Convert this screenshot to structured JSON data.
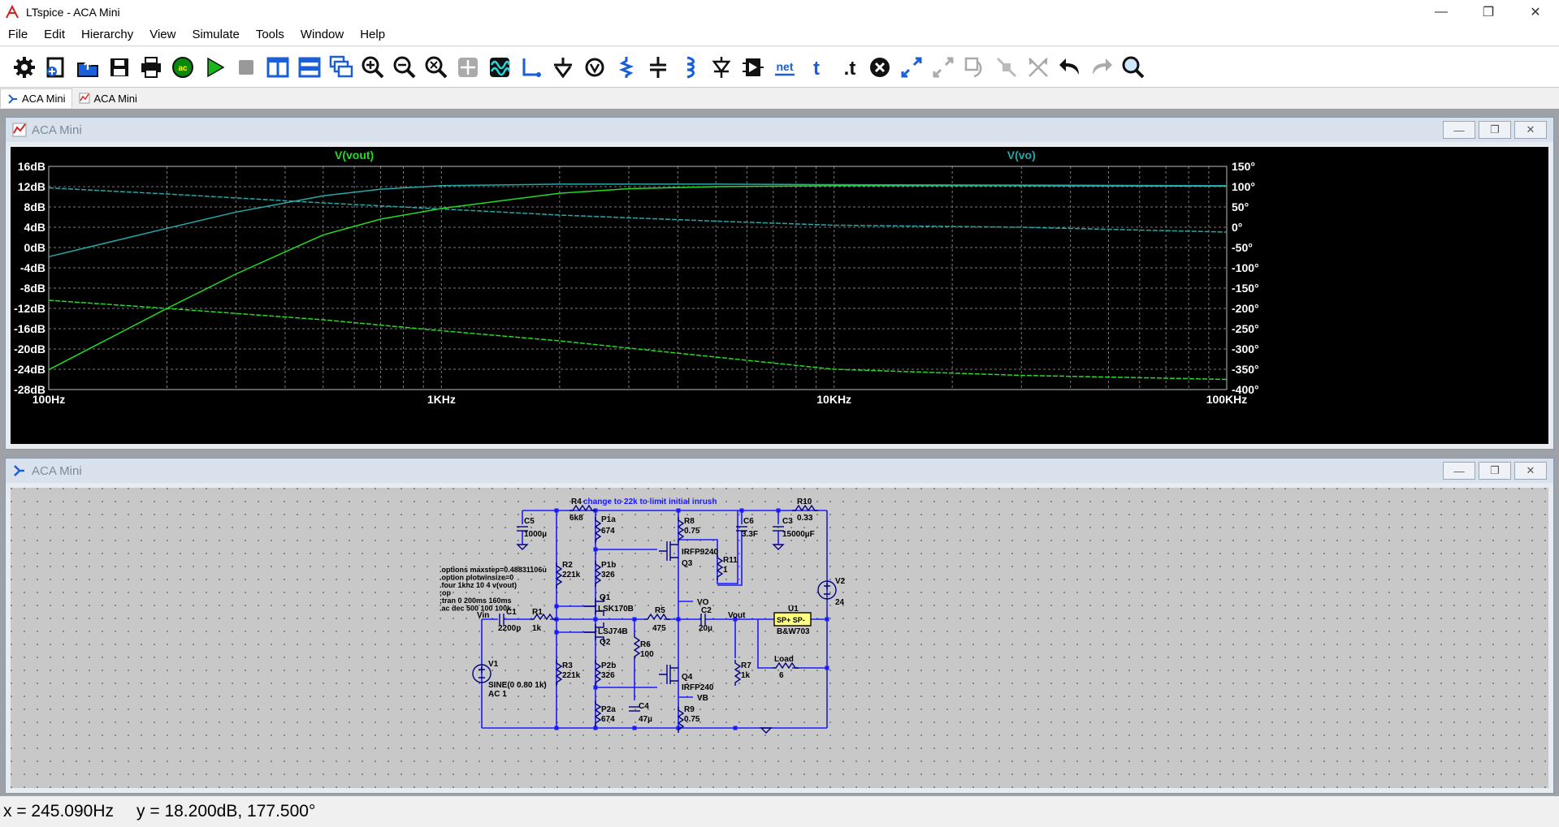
{
  "window": {
    "title": "LTspice - ACA Mini"
  },
  "window_controls": {
    "minimize": "—",
    "restore": "❐",
    "close": "✕"
  },
  "menu": [
    "File",
    "Edit",
    "Hierarchy",
    "View",
    "Simulate",
    "Tools",
    "Window",
    "Help"
  ],
  "toolbar_icons": [
    "settings-icon",
    "new-schematic-icon",
    "open-icon",
    "save-icon",
    "print-icon",
    "ac-analysis-icon",
    "run-icon",
    "halt-icon",
    "tile-vertical-icon",
    "tile-horizontal-icon",
    "cascade-icon",
    "zoom-in-icon",
    "zoom-out-icon",
    "zoom-fit-icon",
    "pan-icon",
    "waveform-icon",
    "wire-icon",
    "ground-icon",
    "label-net-icon",
    "resistor-icon",
    "capacitor-icon",
    "inductor-icon",
    "diode-icon",
    "component-icon",
    "net-icon",
    "text-icon",
    "spice-directive-icon",
    "delete-icon",
    "move-icon",
    "drag-icon",
    "rotate-icon",
    "mirror-icon",
    "undo-icon",
    "redo-icon",
    "find-icon"
  ],
  "tabs": [
    {
      "label": "ACA Mini",
      "icon": "schematic-icon"
    },
    {
      "label": "ACA Mini",
      "icon": "plot-icon"
    }
  ],
  "plot_window": {
    "title": "ACA Mini",
    "trace_labels": {
      "vout": "V(vout)",
      "vo": "V(vo)"
    },
    "colors": {
      "vout": "#22dd22",
      "vo": "#22aaaa",
      "background": "#000000",
      "grid": "#7a7a7a"
    }
  },
  "chart_data": {
    "type": "line",
    "x_scale": "log",
    "xlim": [
      100,
      100000
    ],
    "x_ticks": [
      "100Hz",
      "1KHz",
      "10KHz",
      "100KHz"
    ],
    "y_left_ticks": [
      "16dB",
      "12dB",
      "8dB",
      "4dB",
      "0dB",
      "-4dB",
      "-8dB",
      "-12dB",
      "-16dB",
      "-20dB",
      "-24dB",
      "-28dB"
    ],
    "y_right_ticks": [
      "150°",
      "100°",
      "50°",
      "0°",
      "-50°",
      "-100°",
      "-150°",
      "-200°",
      "-250°",
      "-300°",
      "-350°",
      "-400°"
    ],
    "ylim_db": [
      -28,
      16
    ],
    "ylim_deg": [
      -400,
      150
    ],
    "series": [
      {
        "name": "V(vout)",
        "quantity": "magnitude",
        "x": [
          100,
          200,
          300,
          500,
          700,
          1000,
          2000,
          3000,
          5000,
          10000,
          30000,
          100000
        ],
        "y": [
          -24.1,
          -12.0,
          -5.2,
          2.5,
          5.6,
          7.7,
          10.7,
          11.6,
          12.0,
          12.2,
          12.2,
          12.1
        ]
      },
      {
        "name": "V(vout)",
        "quantity": "phase",
        "x": [
          100,
          200,
          500,
          1000,
          2000,
          5000,
          10000,
          30000,
          100000
        ],
        "y": [
          -180,
          -200,
          -228,
          -255,
          -280,
          -320,
          -350,
          -365,
          -375
        ]
      },
      {
        "name": "V(vo)",
        "quantity": "magnitude",
        "x": [
          100,
          200,
          300,
          500,
          700,
          1000,
          2000,
          5000,
          10000,
          100000
        ],
        "y": [
          -1.8,
          3.8,
          7.0,
          10.2,
          11.5,
          12.2,
          12.5,
          12.5,
          12.4,
          12.2
        ]
      },
      {
        "name": "V(vo)",
        "quantity": "phase",
        "x": [
          100,
          200,
          500,
          1000,
          2000,
          5000,
          10000,
          30000,
          100000
        ],
        "y": [
          97,
          82,
          60,
          45,
          30,
          15,
          5,
          0,
          -12
        ]
      }
    ]
  },
  "schematic_window": {
    "title": "ACA Mini",
    "annotation": "change to 22k to limit initial inrush",
    "directives": [
      ".options maxstep=0.48831106u",
      ".option plotwinsize=0",
      ".four 1khz 10 4 v(vout)",
      ";op",
      ";tran 0 200ms 160ms",
      ".ac dec 500 100 100k"
    ],
    "components": {
      "R4": [
        "R4",
        "6k8"
      ],
      "C5": [
        "C5",
        "1000µ"
      ],
      "P1a": [
        "P1a",
        "674"
      ],
      "R8": [
        "R8",
        "0.75"
      ],
      "C6": [
        "C6",
        "3.3F"
      ],
      "C3": [
        "C3",
        "15000µF"
      ],
      "R10": [
        "R10",
        "0.33"
      ],
      "R2": [
        "R2",
        "221k"
      ],
      "P1b": [
        "P1b",
        "326"
      ],
      "Q3": [
        "IRFP9240",
        "Q3"
      ],
      "R11": [
        "R11",
        "1"
      ],
      "Q1": [
        "Q1",
        "LSK170B"
      ],
      "R5": [
        "R5",
        "475"
      ],
      "C2": [
        "C2",
        "20µ"
      ],
      "R1": [
        "R1",
        "1k"
      ],
      "C1": [
        "C1",
        "2200p"
      ],
      "Q2": [
        "LSJ74B",
        "Q2"
      ],
      "R6": [
        "R6",
        "100"
      ],
      "R3": [
        "R3",
        "221k"
      ],
      "P2b": [
        "P2b",
        "326"
      ],
      "Q4": [
        "Q4",
        "IRFP240"
      ],
      "R7": [
        "R7",
        "1k"
      ],
      "Load": [
        "Load",
        "6"
      ],
      "C4": [
        "C4",
        "47µ"
      ],
      "P2a": [
        "P2a",
        "674"
      ],
      "R9": [
        "R9",
        "0.75"
      ],
      "V2": [
        "V2",
        "24"
      ],
      "U1": [
        "U1",
        "B&W703"
      ],
      "V1": [
        "V1",
        "SINE(0 0.80 1k)",
        "AC 1"
      ]
    },
    "nets": {
      "vin": "Vin",
      "vout": "Vout",
      "vo": "VO",
      "vb": "VB"
    },
    "u1_pins": "SP+  SP-",
    "colors": {
      "wire": "#1a1aff",
      "component": "#000080",
      "annotation": "#1a1aff",
      "background": "#c8c8c8",
      "u1_fill": "#ffff80"
    }
  },
  "status": {
    "x": "x = 245.090Hz",
    "y": "y = 18.200dB, 177.500°"
  }
}
